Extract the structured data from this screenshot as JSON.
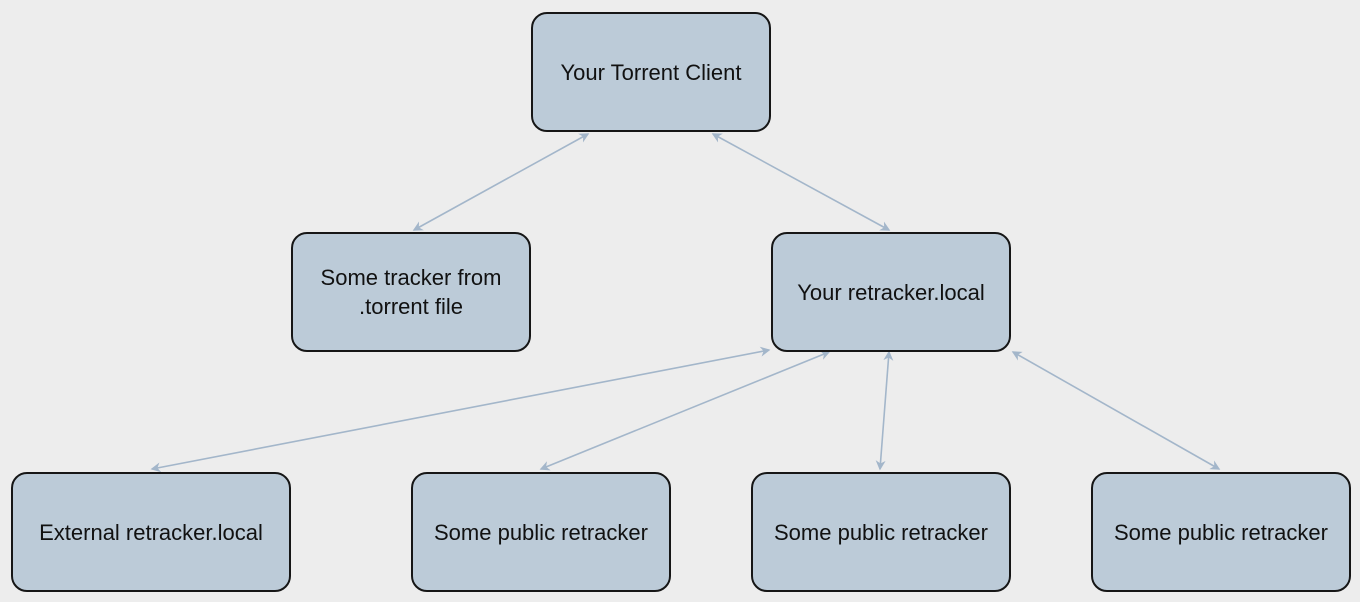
{
  "diagram": {
    "nodes": {
      "client": "Your Torrent Client",
      "tracker": "Some tracker from\n.torrent file",
      "retracker": "Your retracker.local",
      "external": "External retracker.local",
      "public_1": "Some public retracker",
      "public_2": "Some public retracker",
      "public_3": "Some public retracker"
    },
    "edges": [
      {
        "from": "client",
        "to": "tracker",
        "bidirectional": true
      },
      {
        "from": "client",
        "to": "retracker",
        "bidirectional": true
      },
      {
        "from": "retracker",
        "to": "external",
        "bidirectional": true
      },
      {
        "from": "retracker",
        "to": "public_1",
        "bidirectional": true
      },
      {
        "from": "retracker",
        "to": "public_2",
        "bidirectional": true
      },
      {
        "from": "retracker",
        "to": "public_3",
        "bidirectional": true
      }
    ]
  },
  "colors": {
    "background": "#ededed",
    "node_fill": "#bccbd8",
    "node_border": "#161616",
    "edge": "#a3b6ca"
  }
}
